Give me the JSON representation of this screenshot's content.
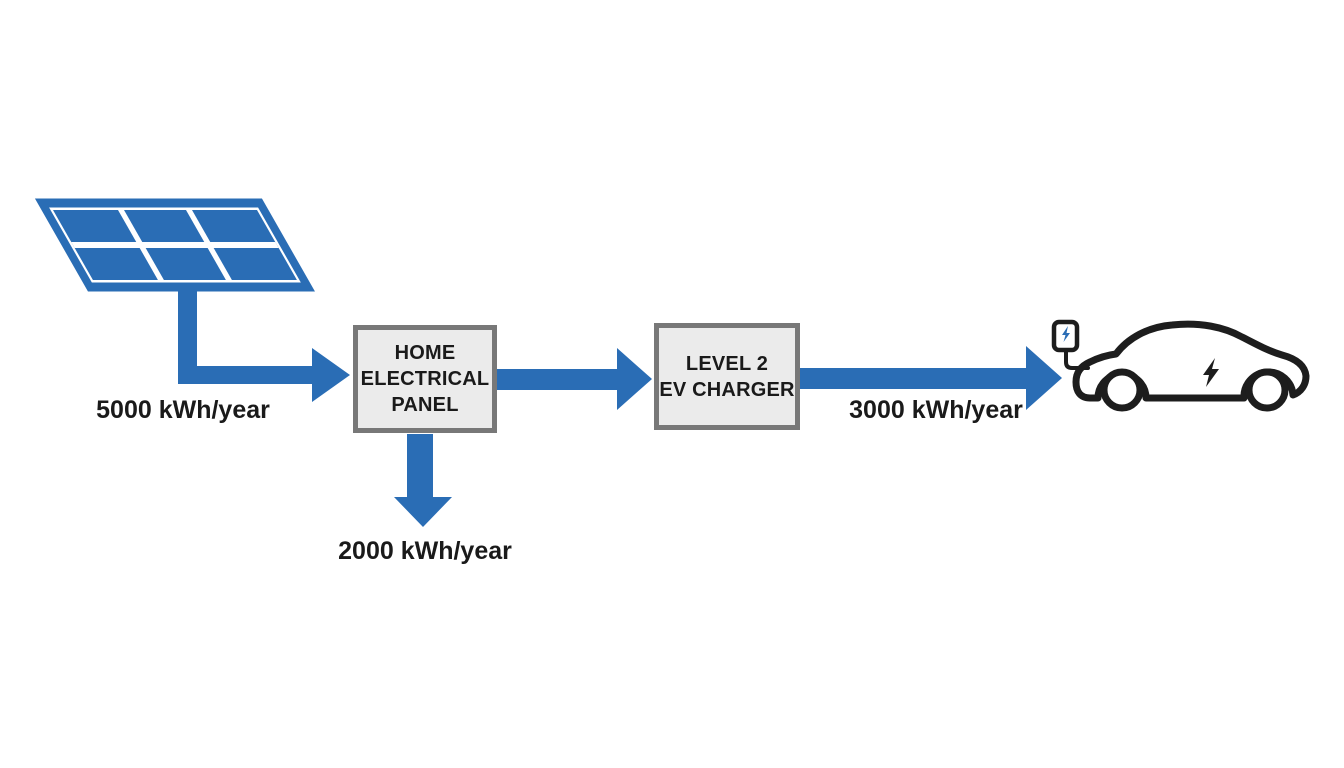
{
  "colors": {
    "flow_blue": "#2a6db5",
    "panel_blue": "#2a6db5",
    "box_fill": "#ebebeb",
    "box_border": "#787878",
    "outline_dark": "#1d1d1d",
    "label_text": "#1a1a1a",
    "bg": "#ffffff"
  },
  "icons": {
    "solar_panel": "solar-panel-icon",
    "ev_car": "ev-car-icon",
    "charging_station": "charging-station-icon",
    "lightning_bolt": "lightning-bolt-icon"
  },
  "nodes": {
    "home_panel": {
      "line1": "HOME",
      "line2": "ELECTRICAL",
      "line3": "PANEL"
    },
    "ev_charger": {
      "line1": "LEVEL 2",
      "line2": "EV CHARGER"
    }
  },
  "flows": {
    "solar_to_home": {
      "label": "5000 kWh/year"
    },
    "home_consumption": {
      "label": "2000 kWh/year"
    },
    "charger_to_car": {
      "label": "3000 kWh/year"
    }
  }
}
